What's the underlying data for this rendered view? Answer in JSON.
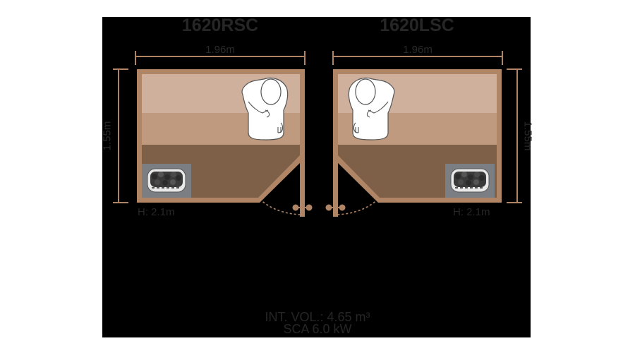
{
  "colors": {
    "background": "#000000",
    "frame": "#b08566",
    "bench_upper": "#cfb09c",
    "bench_lower": "#bf9a7e",
    "floor": "#7e6049",
    "heater_bg": "#7b7e83",
    "text": "#262626"
  },
  "left_plan": {
    "title": "1620RSC",
    "width_label": "1.96m",
    "depth_label": "1.55m",
    "height_label": "H: 2.1m",
    "person_icon": "person-top-view-icon",
    "heater_icon": "sauna-heater-icon",
    "door_side": "right"
  },
  "right_plan": {
    "title": "1620LSC",
    "width_label": "1.96m",
    "depth_label": "1.55m",
    "height_label": "H: 2.1m",
    "person_icon": "person-top-view-icon",
    "heater_icon": "sauna-heater-icon",
    "door_side": "left"
  },
  "footer": {
    "volume": "INT. VOL.: 4.65 m³",
    "heater": "SCA 6.0 kW"
  }
}
